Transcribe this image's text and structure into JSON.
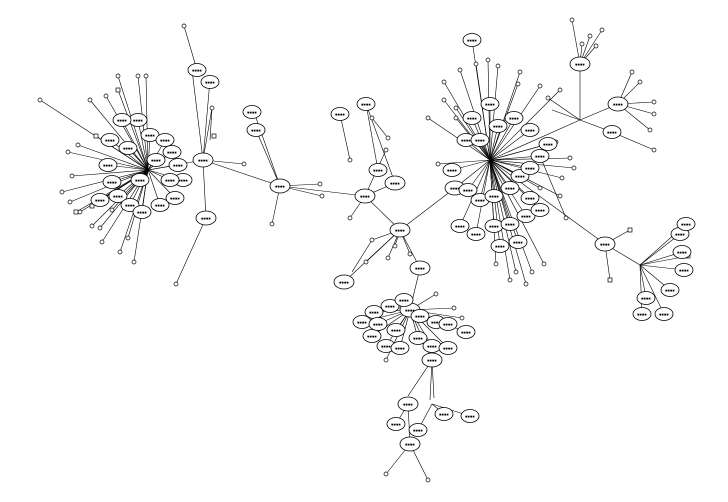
{
  "canvas": {
    "background": "#ffffff",
    "stroke": "#000000"
  },
  "graph": {
    "description_labels_legible": false,
    "node_label": "▪▪▪▪",
    "hub_count": 9,
    "shape_kinds": [
      "ellipse",
      "small-circle",
      "small-square"
    ]
  }
}
